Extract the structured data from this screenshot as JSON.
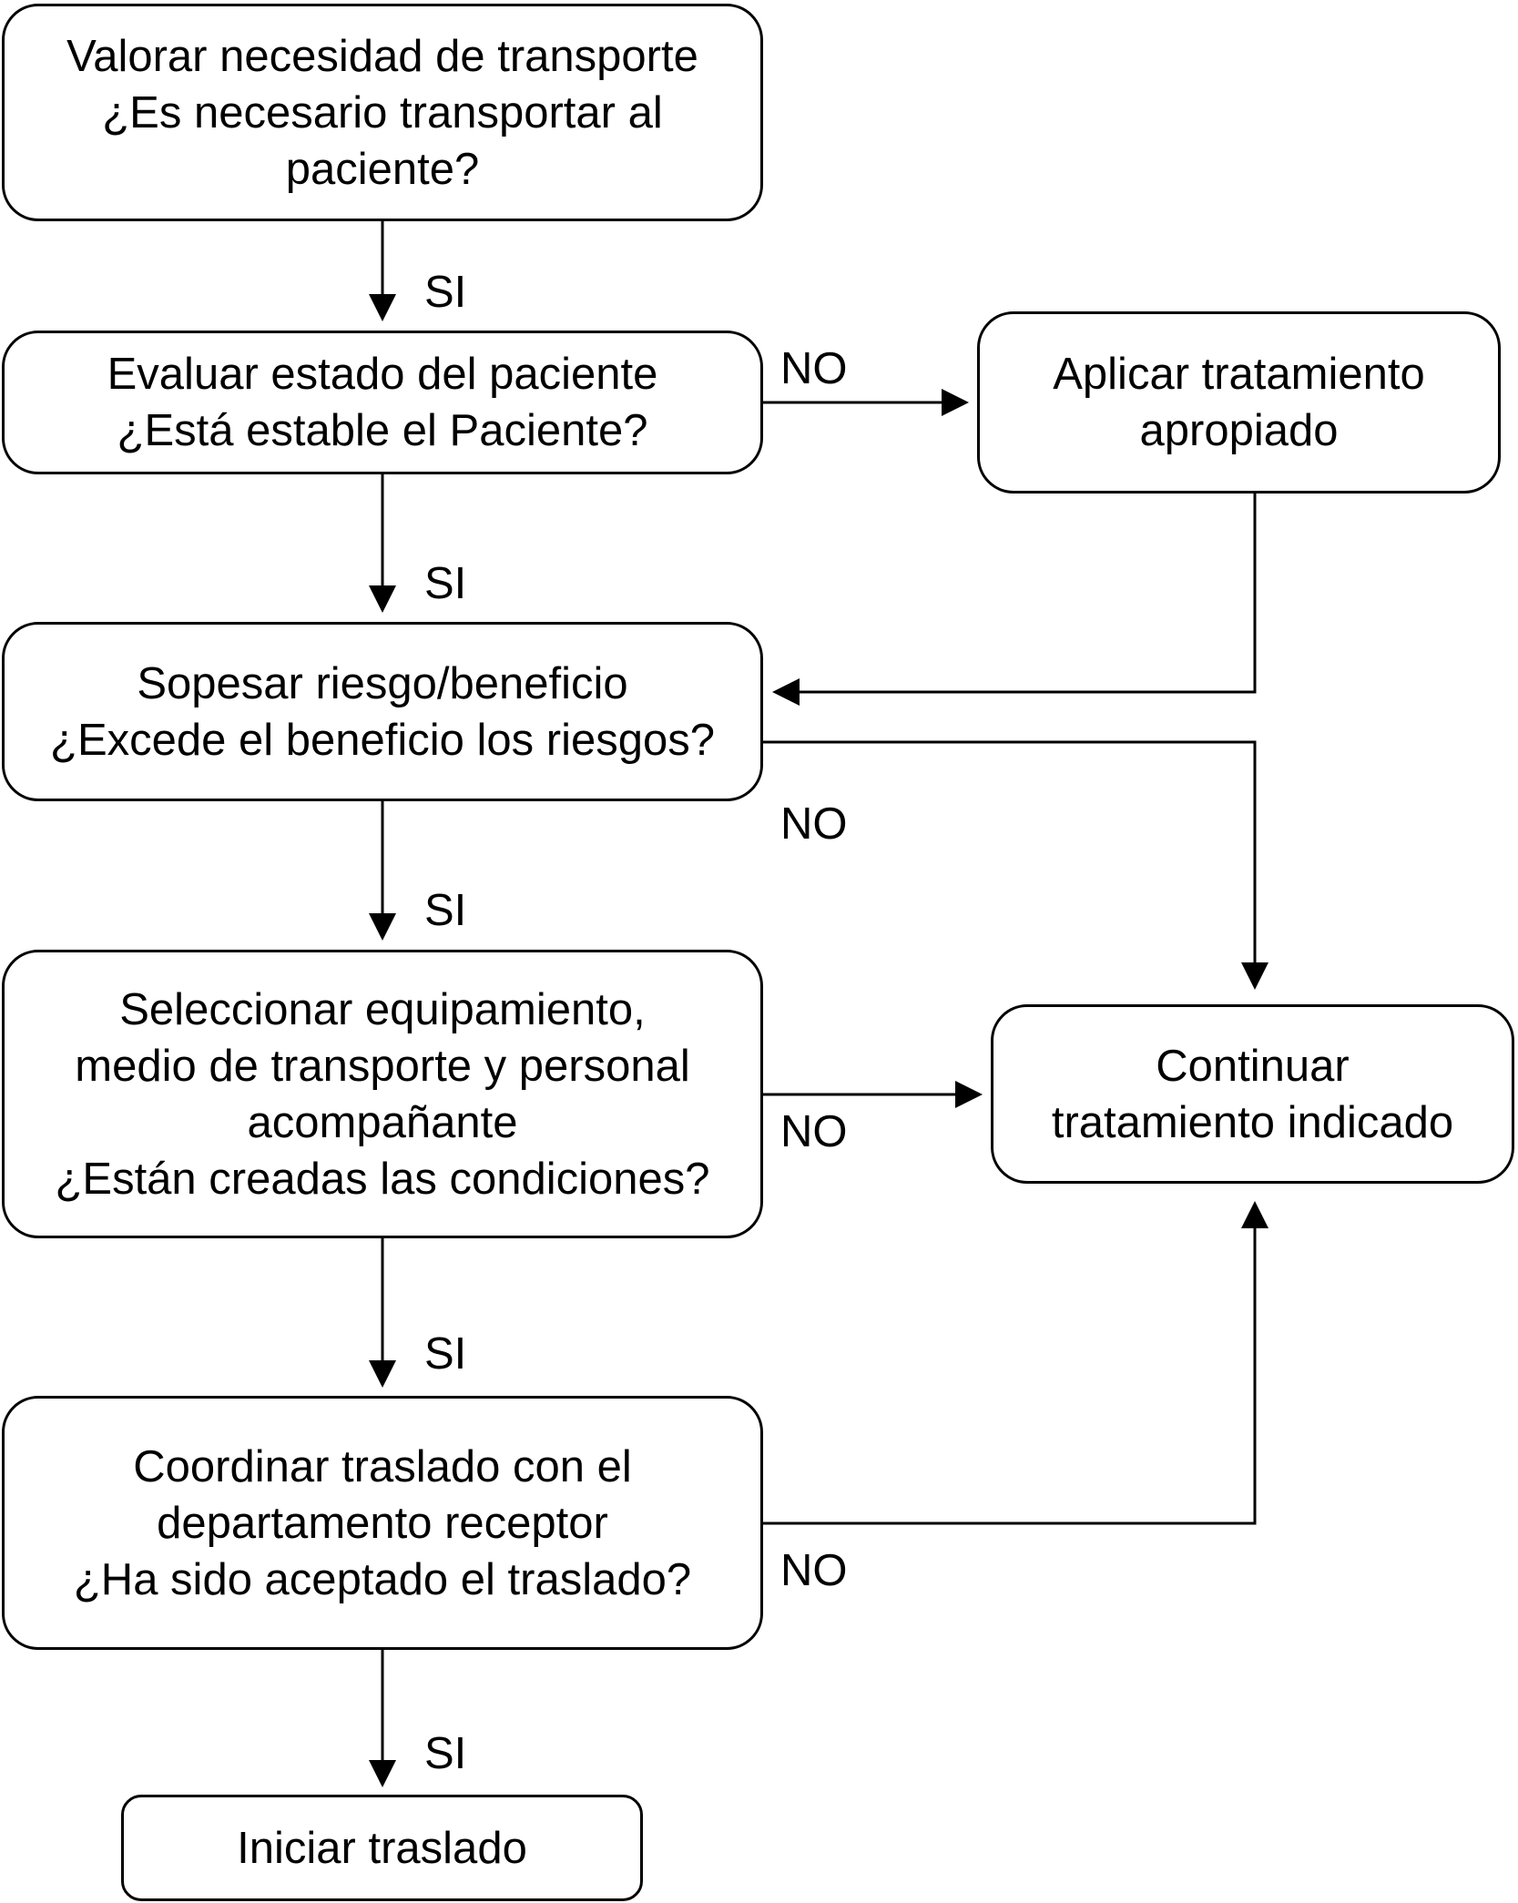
{
  "nodes": {
    "valorar": {
      "lines": [
        "Valorar necesidad de transporte",
        "¿Es necesario transportar al",
        "paciente?"
      ]
    },
    "evaluar": {
      "lines": [
        "Evaluar estado del paciente",
        "¿Está estable el Paciente?"
      ]
    },
    "aplicar": {
      "lines": [
        "Aplicar tratamiento",
        "apropiado"
      ]
    },
    "sopesar": {
      "lines": [
        "Sopesar riesgo/beneficio",
        "¿Excede el beneficio los riesgos?"
      ]
    },
    "seleccionar": {
      "lines": [
        "Seleccionar equipamiento,",
        "medio de transporte y personal",
        "acompañante",
        "¿Están creadas las condiciones?"
      ]
    },
    "continuar": {
      "lines": [
        "Continuar",
        "tratamiento indicado"
      ]
    },
    "coordinar": {
      "lines": [
        "Coordinar traslado con el",
        "departamento receptor",
        "¿Ha sido aceptado el traslado?"
      ]
    },
    "iniciar": {
      "lines": [
        "Iniciar traslado"
      ]
    }
  },
  "edges": {
    "valorar_evaluar": "SI",
    "evaluar_aplicar": "NO",
    "evaluar_sopesar": "SI",
    "sopesar_continuar": "NO",
    "sopesar_seleccionar": "SI",
    "seleccionar_continuar": "NO",
    "seleccionar_coordinar": "SI",
    "coordinar_continuar": "NO",
    "coordinar_iniciar": "SI"
  }
}
